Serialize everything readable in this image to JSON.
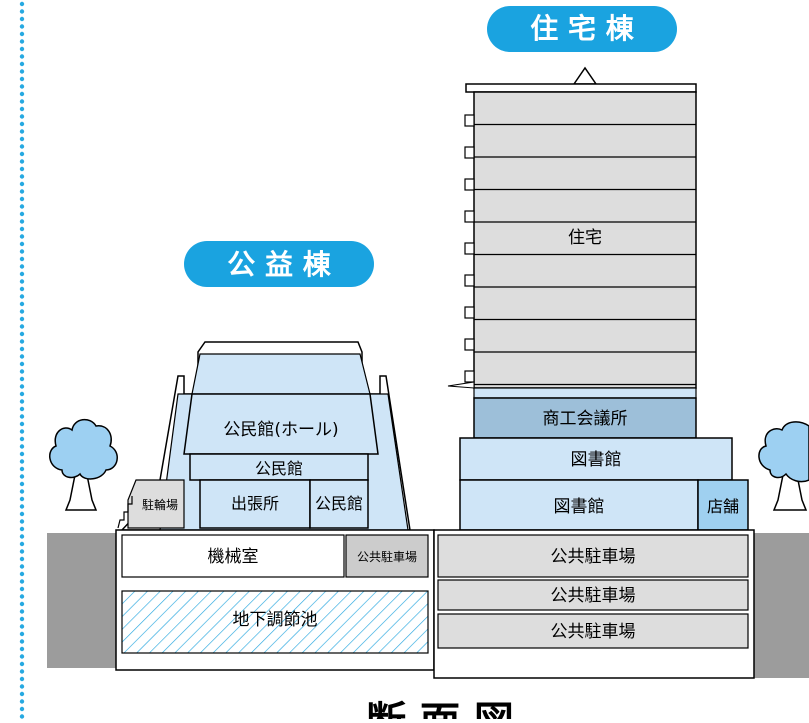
{
  "badges": {
    "residential": "住 宅 棟",
    "public": "公 益 棟"
  },
  "rooms": {
    "residence": "住宅",
    "chamber": "商工会議所",
    "library_upper": "図書館",
    "library_lower": "図書館",
    "shop": "店舗",
    "hall": "公民館(ホール)",
    "community": "公民館",
    "branch_office": "出張所",
    "community_small": "公民館",
    "bike_parking": "駐輪場",
    "machine_room": "機械室",
    "public_parking_small": "公共駐車場",
    "parking_1": "公共駐車場",
    "parking_2": "公共駐車場",
    "parking_3": "公共駐車場",
    "retention_pond": "地下調節池"
  },
  "footer": {
    "title": "断 面 図"
  },
  "colors": {
    "badge": "#1aa3e0",
    "light_blue": "#cfe5f7",
    "mid_blue": "#b7d8f2",
    "chamber_blue": "#9dbfd9",
    "shop_blue": "#9fd0f0",
    "gray_floor": "#dddddd",
    "ground_gray": "#9c9c9c",
    "tree_blue": "#9dd0f2",
    "hatch": "#2aa8e0",
    "dots": "#27a9e1"
  }
}
